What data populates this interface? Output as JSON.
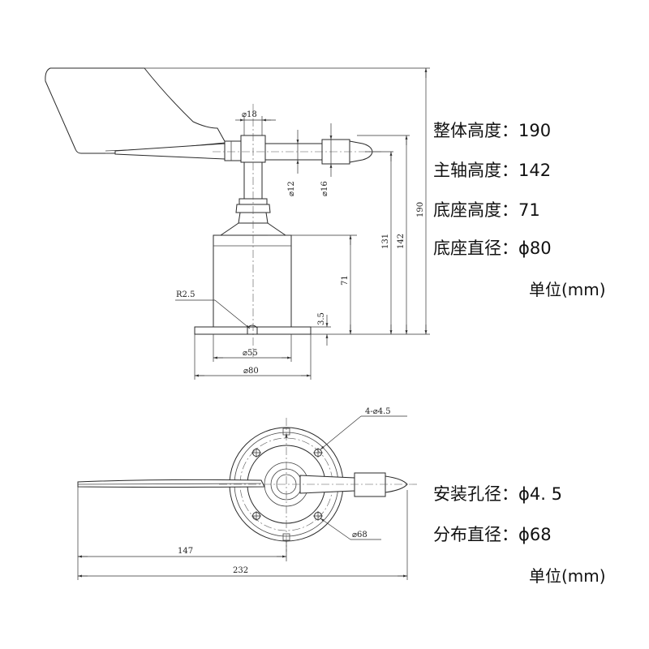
{
  "top_view_dims": {
    "d18": "⌀18",
    "d12": "⌀12",
    "d16": "⌀16",
    "h190": "190",
    "h142": "142",
    "h131": "131",
    "h71": "71",
    "h3_5": "3.5",
    "r2_5": "R2.5",
    "d55": "⌀55",
    "d80": "⌀80"
  },
  "plan_view_dims": {
    "holes": "4-⌀4.5",
    "d68": "⌀68",
    "len147": "147",
    "len232": "232"
  },
  "specs_top": [
    {
      "label": "整体高度：",
      "value": "190"
    },
    {
      "label": "主轴高度：",
      "value": "142"
    },
    {
      "label": "底座高度：",
      "value": "71"
    },
    {
      "label": "底座直径：",
      "value": "ϕ80"
    }
  ],
  "unit_top": "单位(mm)",
  "specs_bottom": [
    {
      "label": "安装孔径：",
      "value": "ϕ4. 5"
    },
    {
      "label": "分布直径：",
      "value": "ϕ68"
    }
  ],
  "unit_bottom": "单位(mm)"
}
